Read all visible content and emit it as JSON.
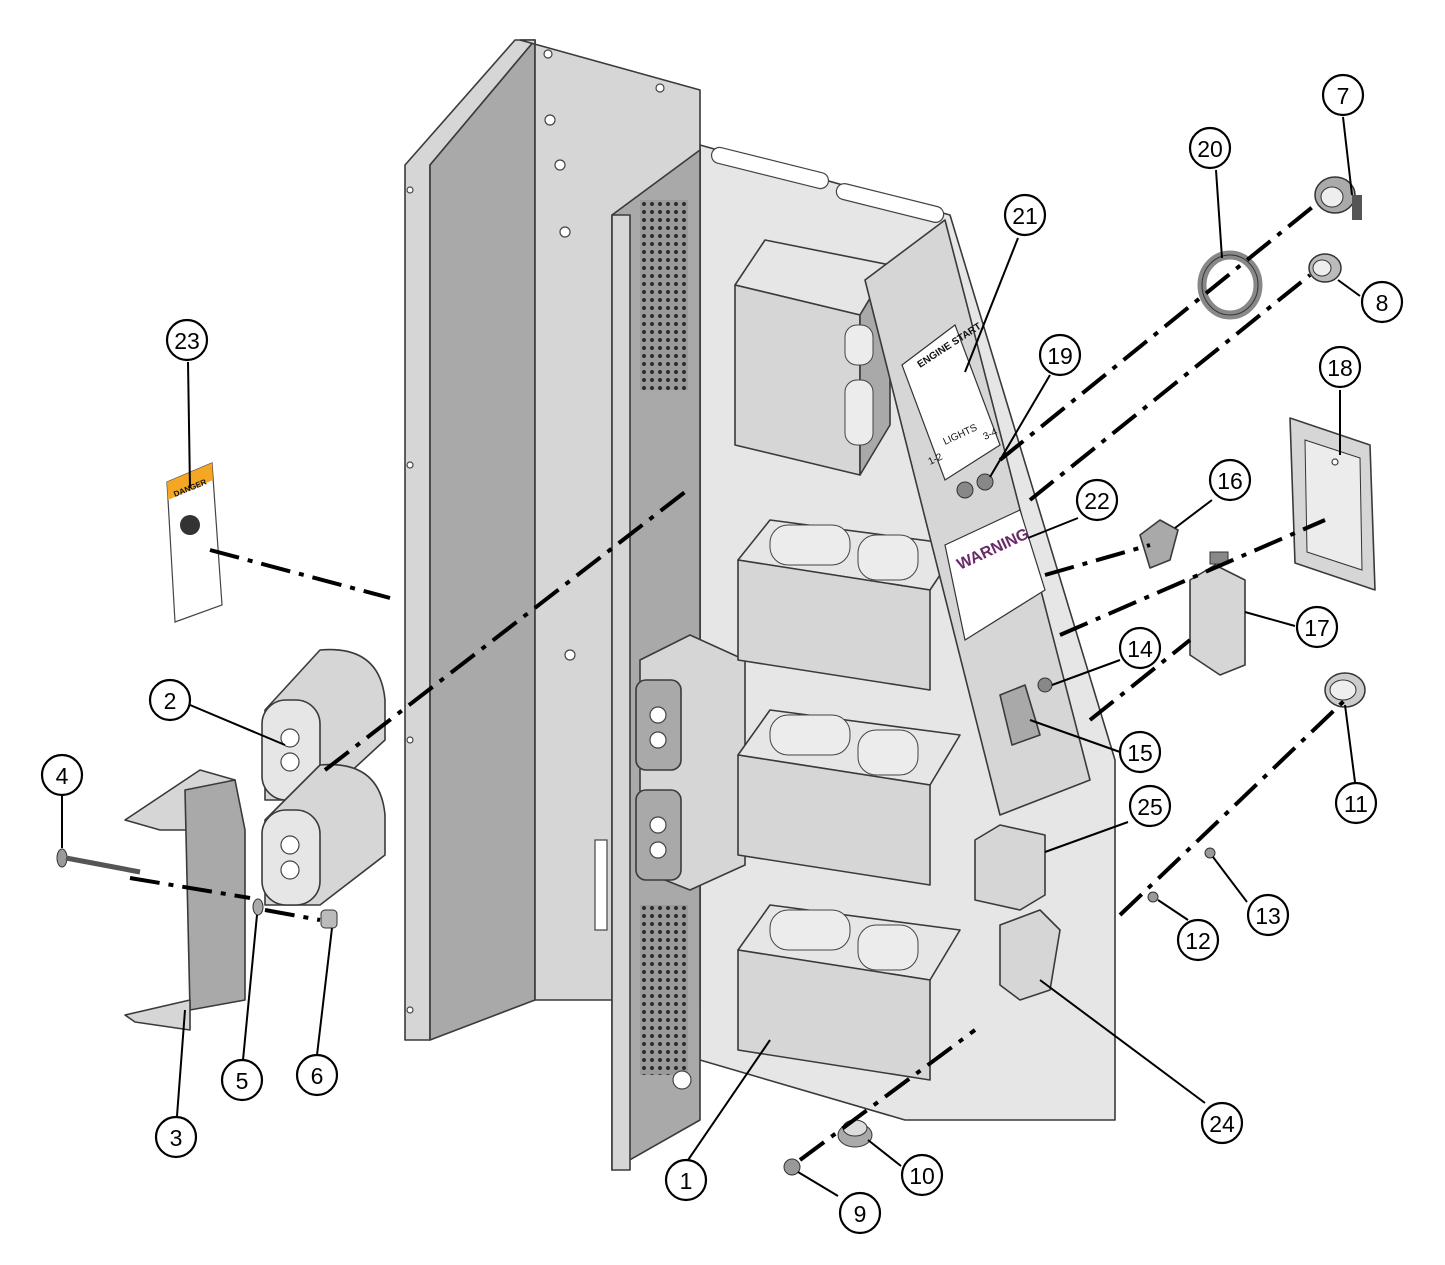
{
  "callouts": [
    "1",
    "2",
    "3",
    "4",
    "5",
    "6",
    "7",
    "8",
    "9",
    "10",
    "11",
    "12",
    "13",
    "14",
    "15",
    "16",
    "17",
    "18",
    "19",
    "20",
    "21",
    "22",
    "23",
    "24",
    "25"
  ],
  "labels": {
    "engine_start": "ENGINE START",
    "lights": "LIGHTS",
    "lights_left": "1-2",
    "lights_right": "3-4",
    "warning": "WARNING",
    "danger": "DANGER"
  },
  "colors": {
    "metal": "#d6d6d6",
    "metal_shadow": "#a9a9a9",
    "danger_header": "#f5a623",
    "warning_text": "#6a2a6a"
  }
}
